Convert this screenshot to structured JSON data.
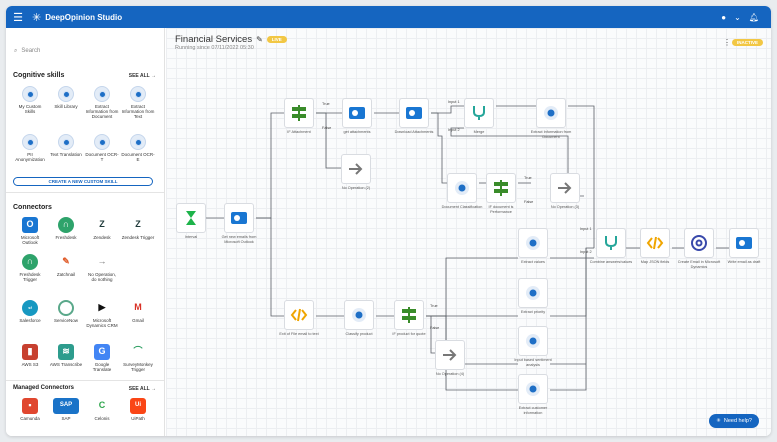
{
  "app": {
    "title": "DeepOpinion Studio"
  },
  "sidebar": {
    "search_placeholder": "Search",
    "cognitive": {
      "title": "Cognitive skills",
      "see_all": "SEE ALL",
      "items": [
        "My Custom Skills",
        "Skill Library",
        "Extract Information from Document",
        "Extract Information from Text",
        "PII Anonymization",
        "Text Translation",
        "Document OCR-T",
        "Document OCR-E"
      ],
      "create_button": "CREATE A NEW CUSTOM SKILL"
    },
    "connectors": {
      "title": "Connectors",
      "items": [
        "Microsoft Outlook",
        "Freshdesk",
        "Zendesk",
        "Zendesk Trigger",
        "Freshdesk Trigger",
        "Zatchnail",
        "No Operation, do nothing",
        "",
        "Salesforce",
        "ServiceNow",
        "Microsoft Dynamics CRM",
        "Gmail",
        "AWS S3",
        "AWS Transcribe",
        "Google Translate",
        "SurveyMonkey Trigger"
      ]
    },
    "managed": {
      "title": "Managed Connectors",
      "see_all": "SEE ALL",
      "items": [
        "Camunda",
        "SAP",
        "Celonis",
        "UiPath"
      ]
    }
  },
  "canvas": {
    "flow_title": "Financial Services",
    "live_badge": "LIVE",
    "running_since": "Running since 07/11/2022 05:30",
    "status_badge": "INACTIVE",
    "help_button": "Need help?",
    "nodes": [
      "Interval",
      "Get new emails from Microsoft Outlook",
      "IF Attachment",
      "get attachments",
      "Download Attachments",
      "No Operation (2)",
      "Merge",
      "Extract Information from Document",
      "Document Classification",
      "IF document is Performance",
      "No Operation (3)",
      "Extract values",
      "Extract priority",
      "Input based sentiment analysis",
      "Extract customer information",
      "Combine answers/values",
      "Map JSON fields",
      "Create Email in Microsoft Dynamics",
      "Write email as draft",
      "Exit of File email to text",
      "Classify product",
      "IF product for quote",
      "No Operation (4)"
    ],
    "port_labels": [
      "True",
      "False",
      "Input 1",
      "Input 2",
      "True",
      "False",
      "Input 1",
      "Input 2",
      "True",
      "False"
    ]
  },
  "colors": {
    "brand": "#1565c0",
    "badge": "#f2c744",
    "green": "#3a8c2a",
    "teal": "#26a69a"
  }
}
